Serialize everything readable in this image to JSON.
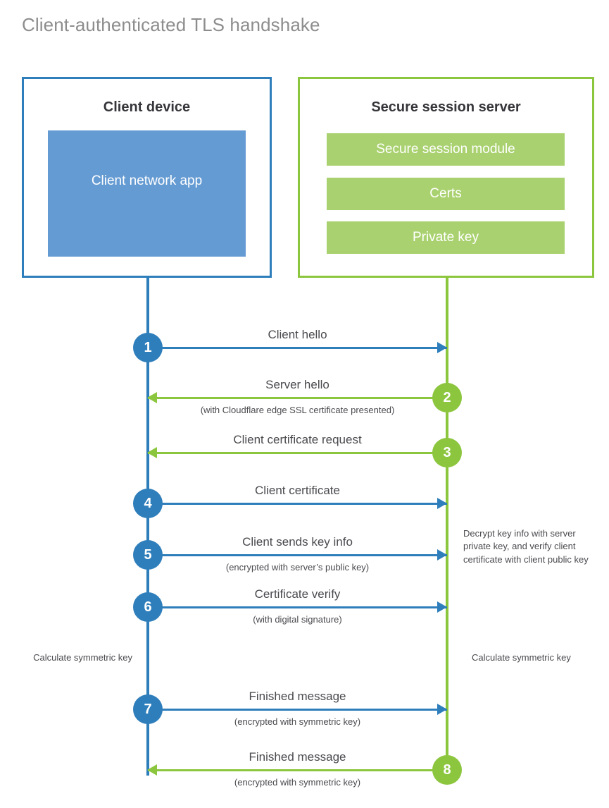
{
  "title": "Client-authenticated TLS handshake",
  "colors": {
    "client_border": "#2E7EBB",
    "client_fill": "#659BD3",
    "server_border": "#8CC63E",
    "server_fill": "#A9D16F",
    "title_text": "#8d8d8d",
    "body_text": "#4a4a4f",
    "heading_text": "#35353a"
  },
  "client": {
    "title": "Client device",
    "app_label": "Client network app"
  },
  "server": {
    "title": "Secure session server",
    "rows": [
      "Secure session module",
      "Certs",
      "Private key"
    ]
  },
  "steps": [
    {
      "number": "1",
      "label": "Client hello",
      "sublabel": "",
      "direction": "to-server",
      "origin": "client"
    },
    {
      "number": "2",
      "label": "Server hello",
      "sublabel": "(with Cloudflare edge SSL certificate presented)",
      "direction": "to-client",
      "origin": "server"
    },
    {
      "number": "3",
      "label": "Client certificate request",
      "sublabel": "",
      "direction": "to-client",
      "origin": "server"
    },
    {
      "number": "4",
      "label": "Client certificate",
      "sublabel": "",
      "direction": "to-server",
      "origin": "client"
    },
    {
      "number": "5",
      "label": "Client sends key info",
      "sublabel": "(encrypted with server’s public key)",
      "direction": "to-server",
      "origin": "client"
    },
    {
      "number": "6",
      "label": "Certificate verify",
      "sublabel": "(with digital signature)",
      "direction": "to-server",
      "origin": "client"
    },
    {
      "number": "7",
      "label": "Finished message",
      "sublabel": "(encrypted with symmetric key)",
      "direction": "to-server",
      "origin": "client"
    },
    {
      "number": "8",
      "label": "Finished message",
      "sublabel": "(encrypted with symmetric key)",
      "direction": "to-client",
      "origin": "server"
    }
  ],
  "annotations": {
    "server_decrypt": "Decrypt key info with server private key, and verify client certificate with client public key",
    "client_calculate": "Calculate symmetric key",
    "server_calculate": "Calculate symmetric key"
  }
}
